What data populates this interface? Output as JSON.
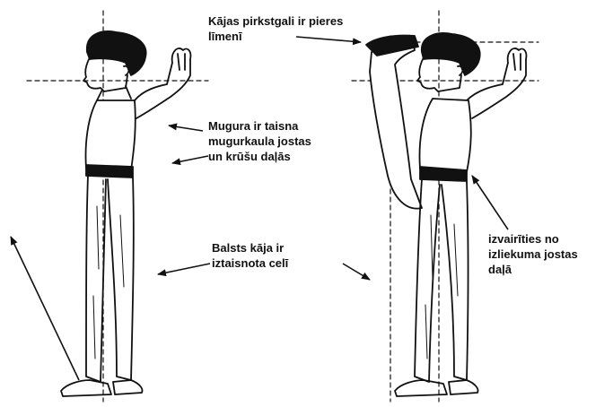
{
  "annotations": {
    "toe_level": "Kājas pirkstgali ir pieres\nlīmenī",
    "back_straight": "Mugura ir taisna\nmugurkaula jostas\nun krūšu daļās",
    "support_leg": "Balsts kāja ir\niztaisnota celī",
    "avoid_bend": "izvairīties no\nizliekuma jostas\ndaļā"
  },
  "figures": [
    "standing-figure",
    "high-kick-figure"
  ],
  "colors": {
    "ink": "#111111",
    "paper": "#ffffff",
    "guide": "#222222"
  }
}
